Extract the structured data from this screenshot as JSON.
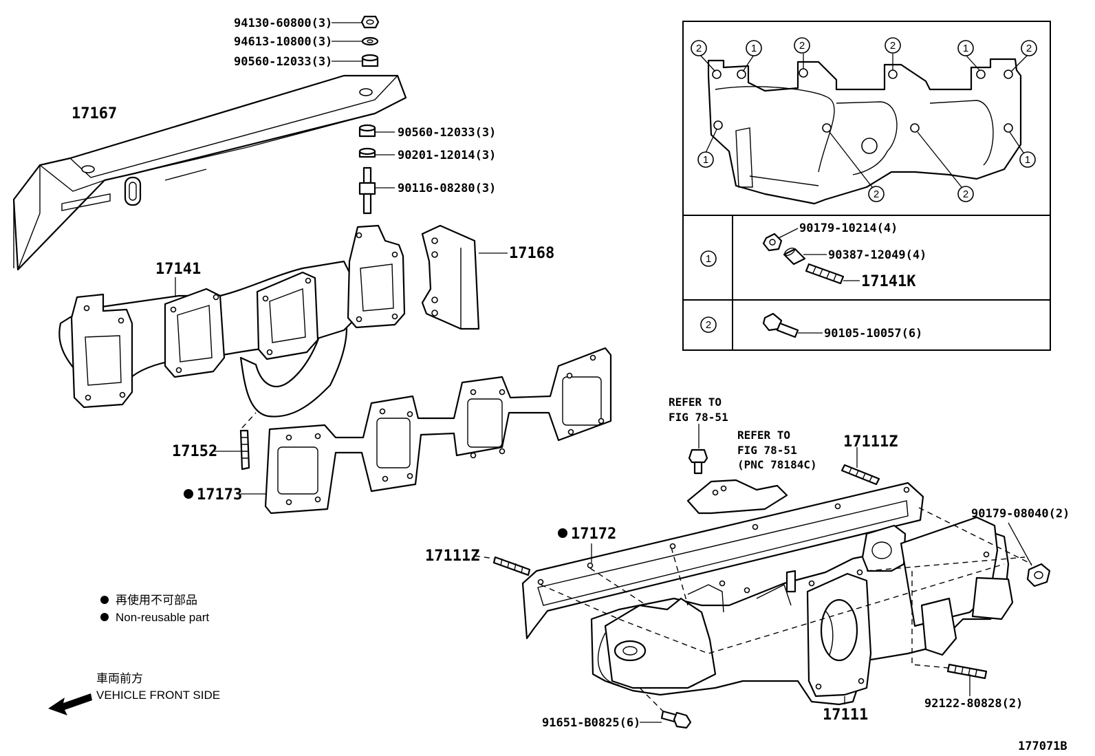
{
  "labels": {
    "nut_top": "94130-60800(3)",
    "washer_top": "94613-10800(3)",
    "spacer_top": "90560-12033(3)",
    "heat_insulator": "17167",
    "spacer_mid": "90560-12033(3)",
    "washer_mid": "90201-12014(3)",
    "stud_mid": "90116-08280(3)",
    "bracket": "17168",
    "exhaust_manifold": "17141",
    "stud_17152": "17152",
    "gasket_17173": "17173",
    "intake_gasket": "17172",
    "stud_left": "17111Z",
    "stud_right": "17111Z",
    "intake_manifold": "17111",
    "bolt_bottom": "91651-B0825(6)",
    "stud_bottom": "92122-80828(2)",
    "nut_right": "90179-08040(2)",
    "refer1_line1": "REFER TO",
    "refer1_line2": "FIG 78-51",
    "refer2_line1": "REFER TO",
    "refer2_line2": "FIG 78-51",
    "refer2_line3": "(PNC 78184C)",
    "fig_id": "177071B"
  },
  "inset": {
    "callout_1": "1",
    "callout_2": "2",
    "row1": {
      "key": "1",
      "parts": [
        "90179-10214(4)",
        "90387-12049(4)",
        "17141K"
      ]
    },
    "row2": {
      "key": "2",
      "parts": [
        "90105-10057(6)"
      ]
    }
  },
  "legend": {
    "jp": "再使用不可部品",
    "en": "Non-reusable part"
  },
  "front": {
    "jp": "車両前方",
    "en": "VEHICLE FRONT SIDE"
  }
}
